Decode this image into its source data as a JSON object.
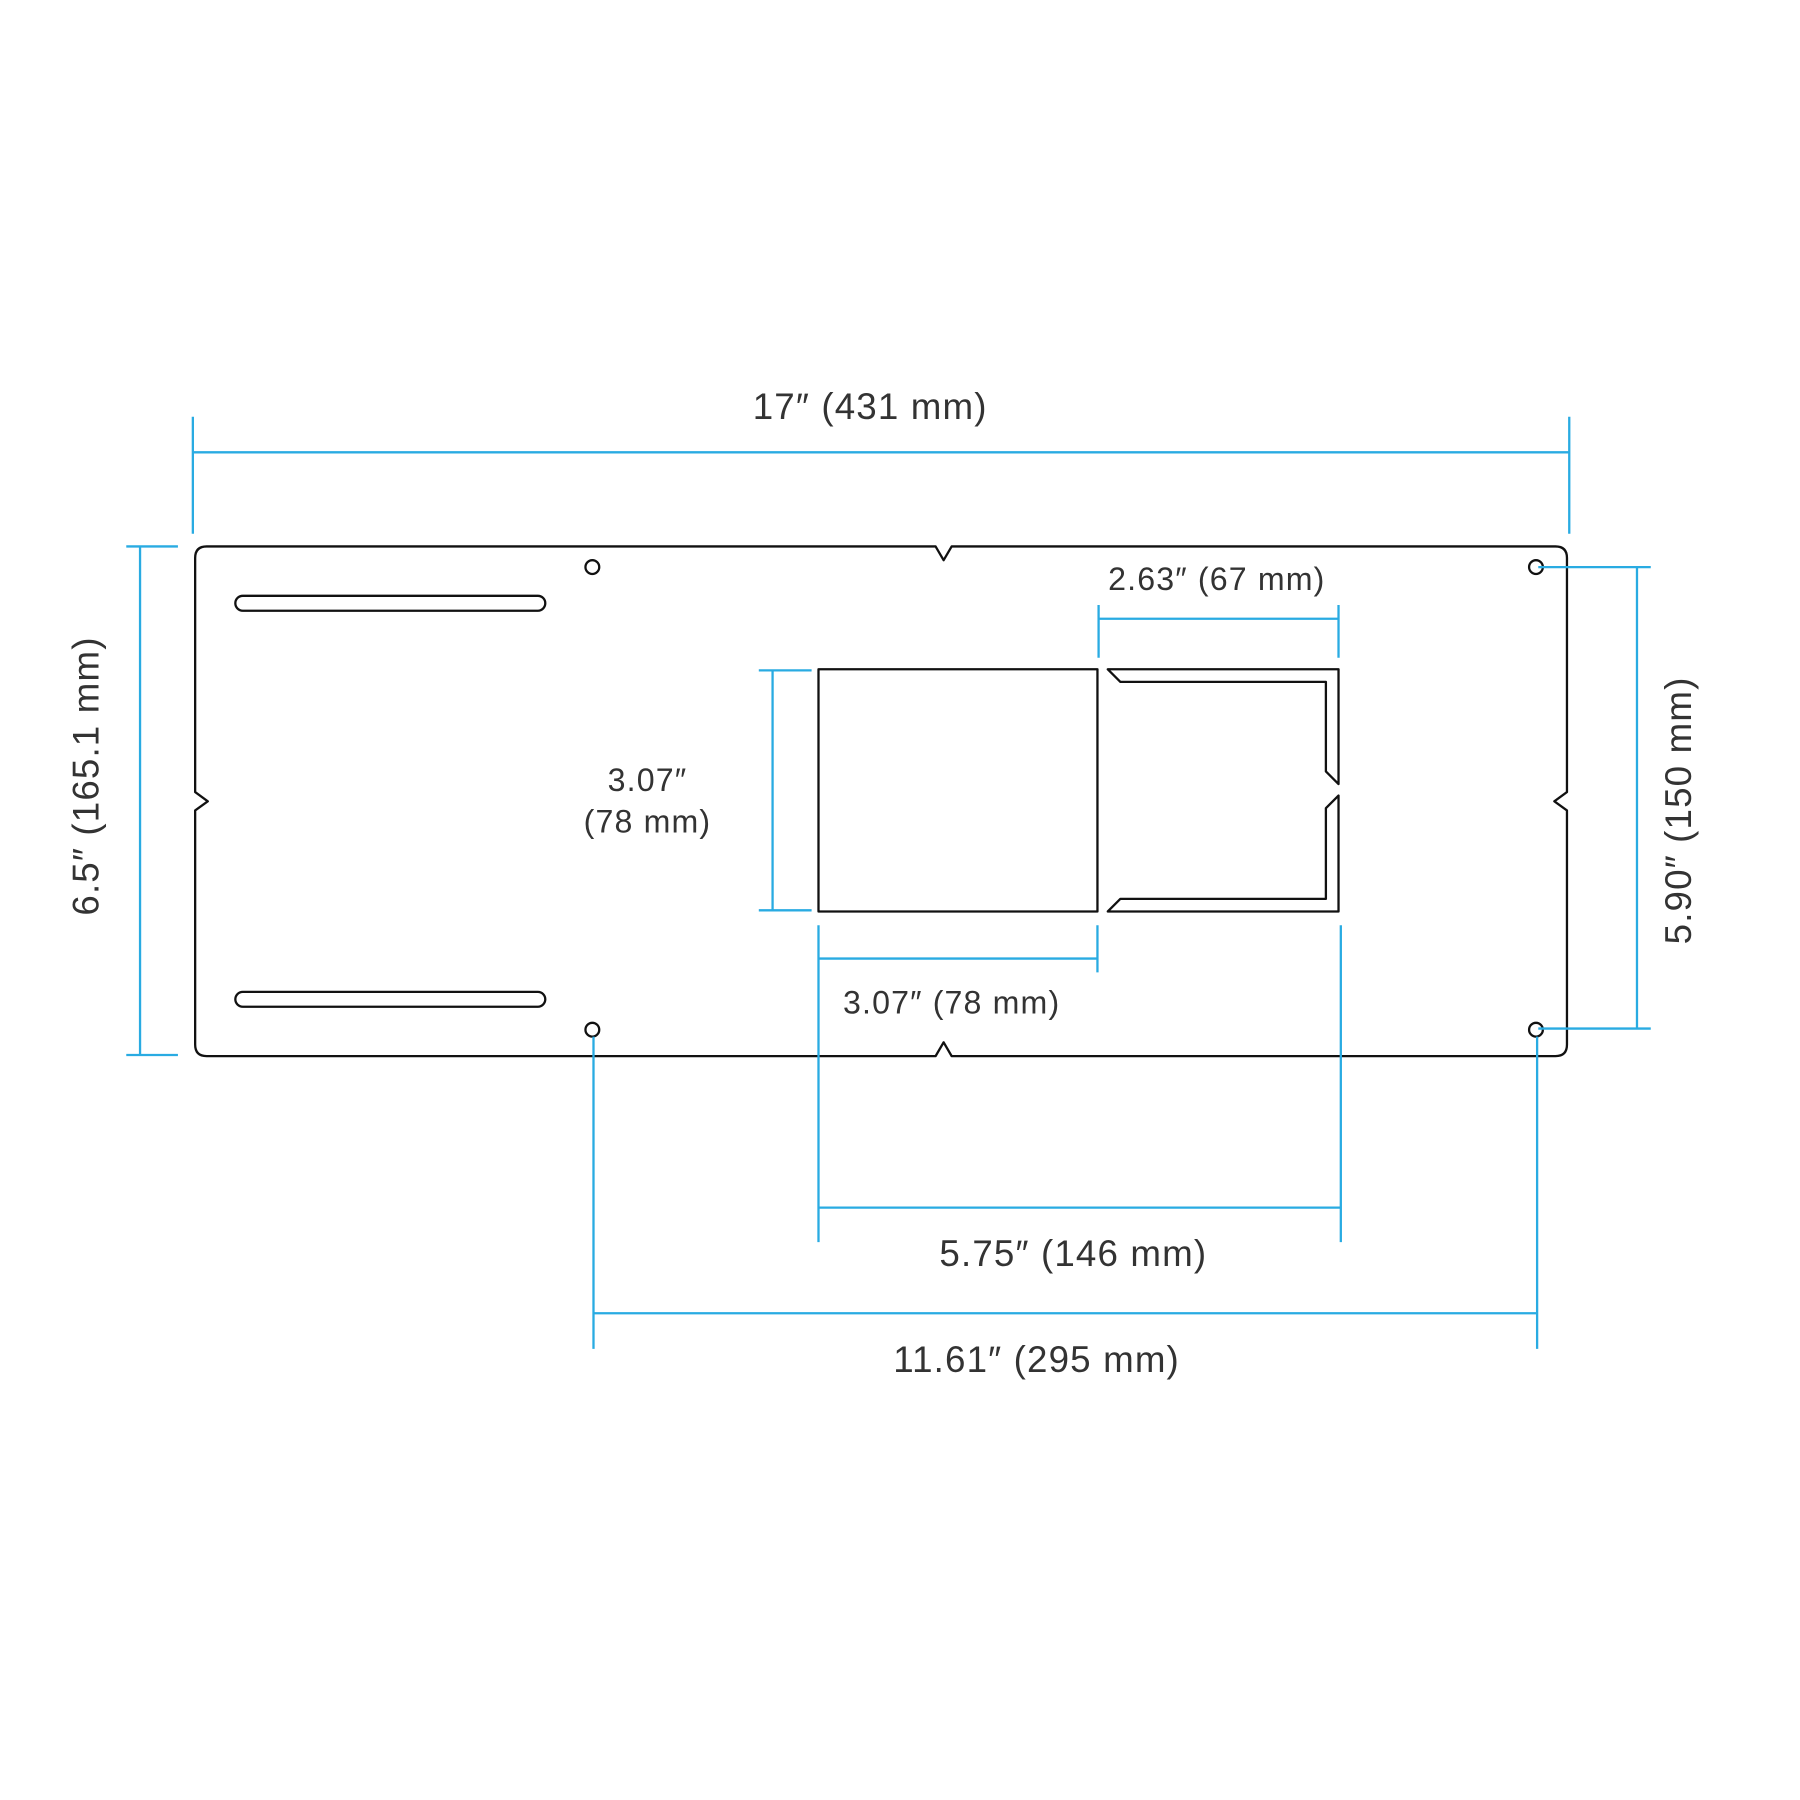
{
  "colors": {
    "dimension": "#29abe2",
    "outline": "#111111",
    "text": "#333333"
  },
  "dimensions": {
    "overall_width": "17″ (431 mm)",
    "overall_height": "6.5″ (165.1 mm)",
    "hole_vertical_spacing": "5.90″ (150 mm)",
    "cutout_c_width": "2.63″ (67 mm)",
    "square_height_line1": "3.07″",
    "square_height_line2": "(78 mm)",
    "square_width": "3.07″ (78 mm)",
    "cutout_total_width": "5.75″ (146 mm)",
    "hole_horizontal_spacing": "11.61″ (295 mm)"
  }
}
